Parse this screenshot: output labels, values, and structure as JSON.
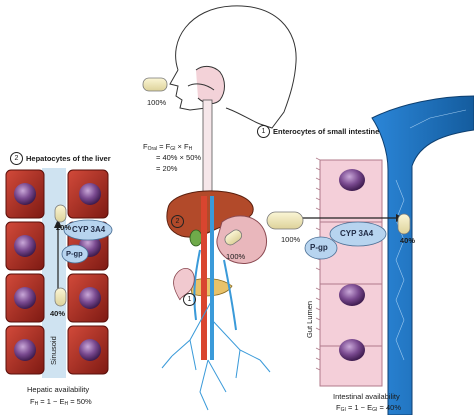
{
  "colors": {
    "cell_red": "#c0392b",
    "cell_red_dark": "#8e1e17",
    "nucleus_purple": "#5b2d6e",
    "enterocyte_pink": "#f4cfd9",
    "vessel_blue": "#1e6fc0",
    "enzyme_blue": "#b7d4ef",
    "pill": "#efe7b8",
    "artery_red": "#d9452f",
    "vein_blue": "#3a9ad9"
  },
  "labels": {
    "pill_mouth": "100%",
    "formula_line1": "F",
    "formula_line1_sub1": "Oral",
    "formula_line1_eq": " = F",
    "formula_line1_sub2": "GI",
    "formula_line1_times": " × F",
    "formula_line1_sub3": "H",
    "formula_line2": "= 40% × 50%",
    "formula_line3": "= 20%",
    "liver_step_number": "2",
    "liver_title": "Hepatocytes of the liver",
    "liver_pct_top": "20%",
    "liver_pct_bottom": "40%",
    "liver_cyp": "CYP 3A4",
    "liver_pgp": "P-gp",
    "sinusoid": "Sinusoid",
    "hepatic_avail_line1": "Hepatic availability",
    "hepatic_avail_line2_prefix": "F",
    "hepatic_avail_line2_sub1": "H",
    "hepatic_avail_line2_mid": " = 1 − E",
    "hepatic_avail_line2_sub2": "H",
    "hepatic_avail_line2_suffix": " = 50%",
    "organ_step_liver": "2",
    "organ_step_intestine": "1",
    "organ_pill_pct": "100%",
    "intestine_step_number": "1",
    "intestine_title": "Enterocytes of small intestine",
    "intestine_pill_pct": "100%",
    "intestine_cyp": "CYP 3A4",
    "intestine_pgp": "P-gp",
    "intestine_pct_out": "40%",
    "gut_lumen": "Gut Lumen",
    "intestinal_avail_line1": "Intestinal availability",
    "intestinal_avail_line2_prefix": "F",
    "intestinal_avail_line2_sub1": "GI",
    "intestinal_avail_line2_mid": " = 1 − E",
    "intestinal_avail_line2_sub2": "GI",
    "intestinal_avail_line2_suffix": " = 40%"
  }
}
